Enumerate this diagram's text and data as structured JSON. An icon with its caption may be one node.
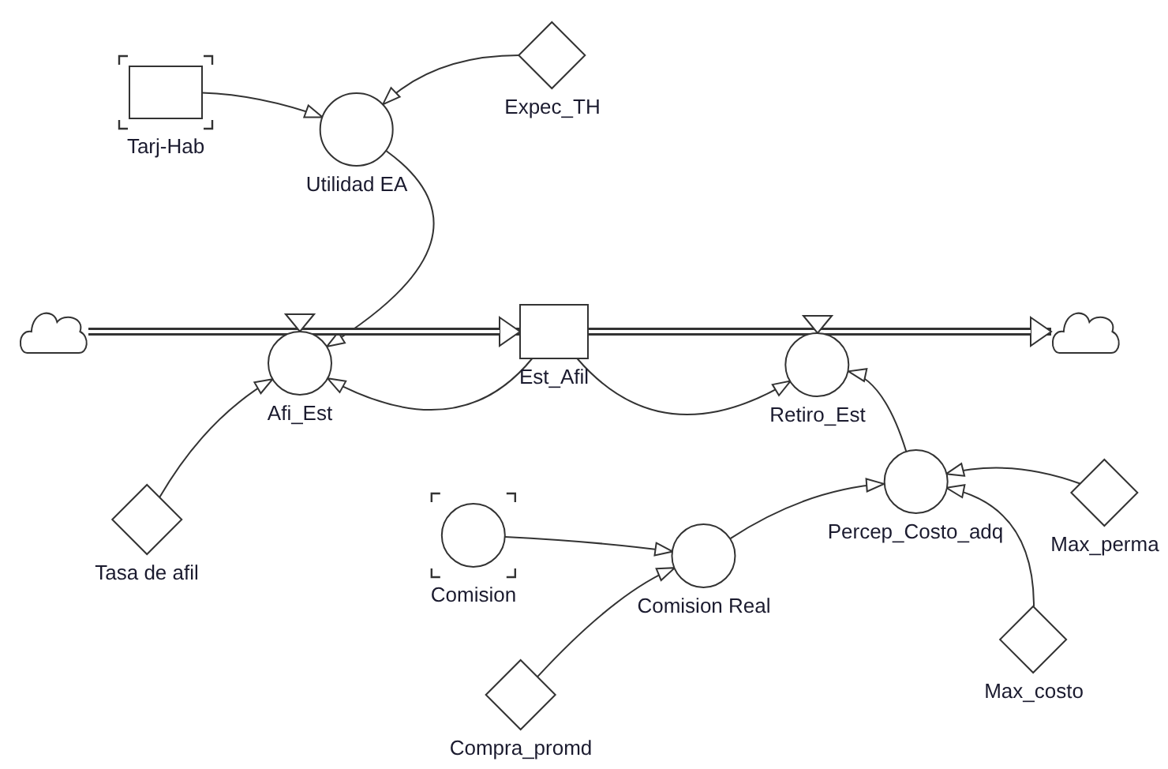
{
  "diagram": {
    "nodes": [
      {
        "text": [
          "Tarj-Hab"
        ]
      },
      {
        "text": [
          "Utilidad EA"
        ]
      },
      {
        "text": [
          "Expec_TH"
        ]
      },
      {
        "text": [],
        "shape": "cloud"
      },
      {
        "text": [
          "Afi_Est"
        ]
      },
      {
        "text": [
          "Est_Afil"
        ]
      },
      {
        "text": [
          "Retiro_Est"
        ]
      },
      {
        "text": [],
        "shape": "cloud"
      },
      {
        "text": [
          "Tasa de afil"
        ]
      },
      {
        "text": [
          "Comision"
        ]
      },
      {
        "text": [
          "Comision Real"
        ]
      },
      {
        "text": [
          "Percep_Costo_adq"
        ]
      },
      {
        "text": [
          "Max_perma"
        ]
      },
      {
        "text": [
          "Max_costo"
        ]
      },
      {
        "text": [
          "Compra_promd"
        ]
      }
    ],
    "edges": [
      {
        "from": 0,
        "to": 1,
        "arrow": "to"
      },
      {
        "from": 2,
        "to": 1,
        "arrow": "to"
      },
      {
        "from": 1,
        "to": 4,
        "arrow": "to"
      },
      {
        "from": 3,
        "to": 5,
        "arrow": "to",
        "style": "thick"
      },
      {
        "from": 5,
        "to": 7,
        "arrow": "to",
        "style": "thick"
      },
      {
        "from": 5,
        "to": 4,
        "arrow": "to"
      },
      {
        "from": 5,
        "to": 6,
        "arrow": "to"
      },
      {
        "from": 8,
        "to": 4,
        "arrow": "to"
      },
      {
        "from": 9,
        "to": 10,
        "arrow": "to"
      },
      {
        "from": 14,
        "to": 10,
        "arrow": "to"
      },
      {
        "from": 10,
        "to": 11,
        "arrow": "to"
      },
      {
        "from": 11,
        "to": 6,
        "arrow": "to"
      },
      {
        "from": 12,
        "to": 11,
        "arrow": "to"
      },
      {
        "from": 13,
        "to": 11,
        "arrow": "to"
      }
    ]
  }
}
